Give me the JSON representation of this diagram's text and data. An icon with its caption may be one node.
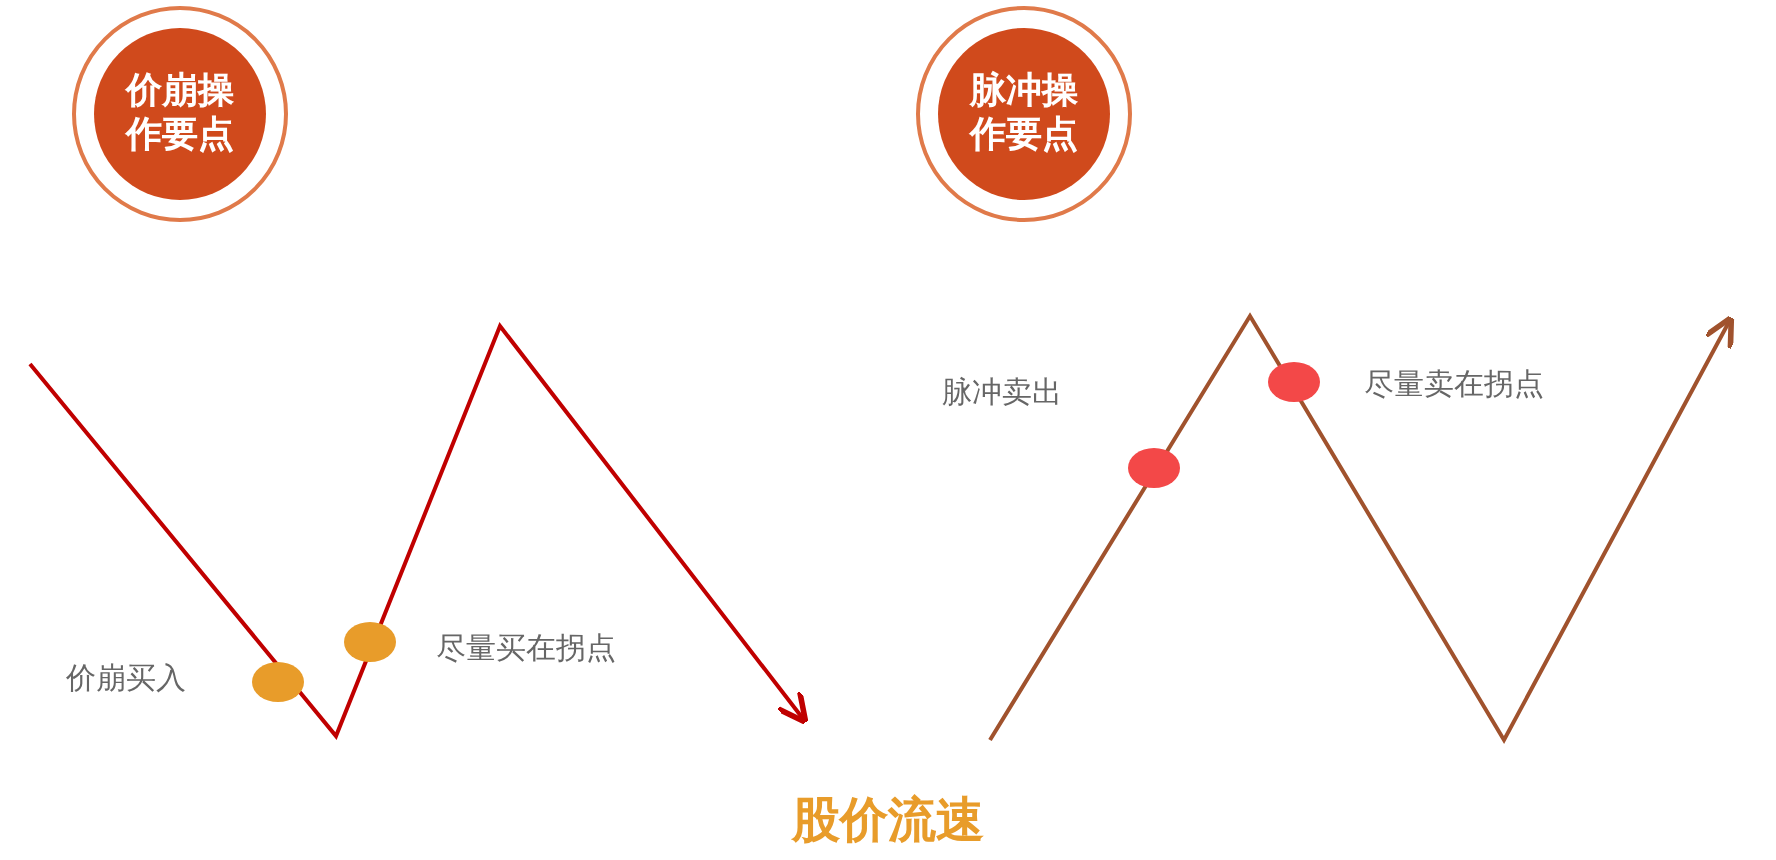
{
  "diagram": {
    "nodes": [
      {
        "text": [
          "价崩操作要点"
        ]
      },
      {
        "text": [
          "脉冲操作要点"
        ]
      }
    ],
    "labels": [
      "价崩买入",
      "尽量买在拐点",
      "脉冲卖出",
      "尽量卖在拐点",
      "股价流速"
    ]
  }
}
